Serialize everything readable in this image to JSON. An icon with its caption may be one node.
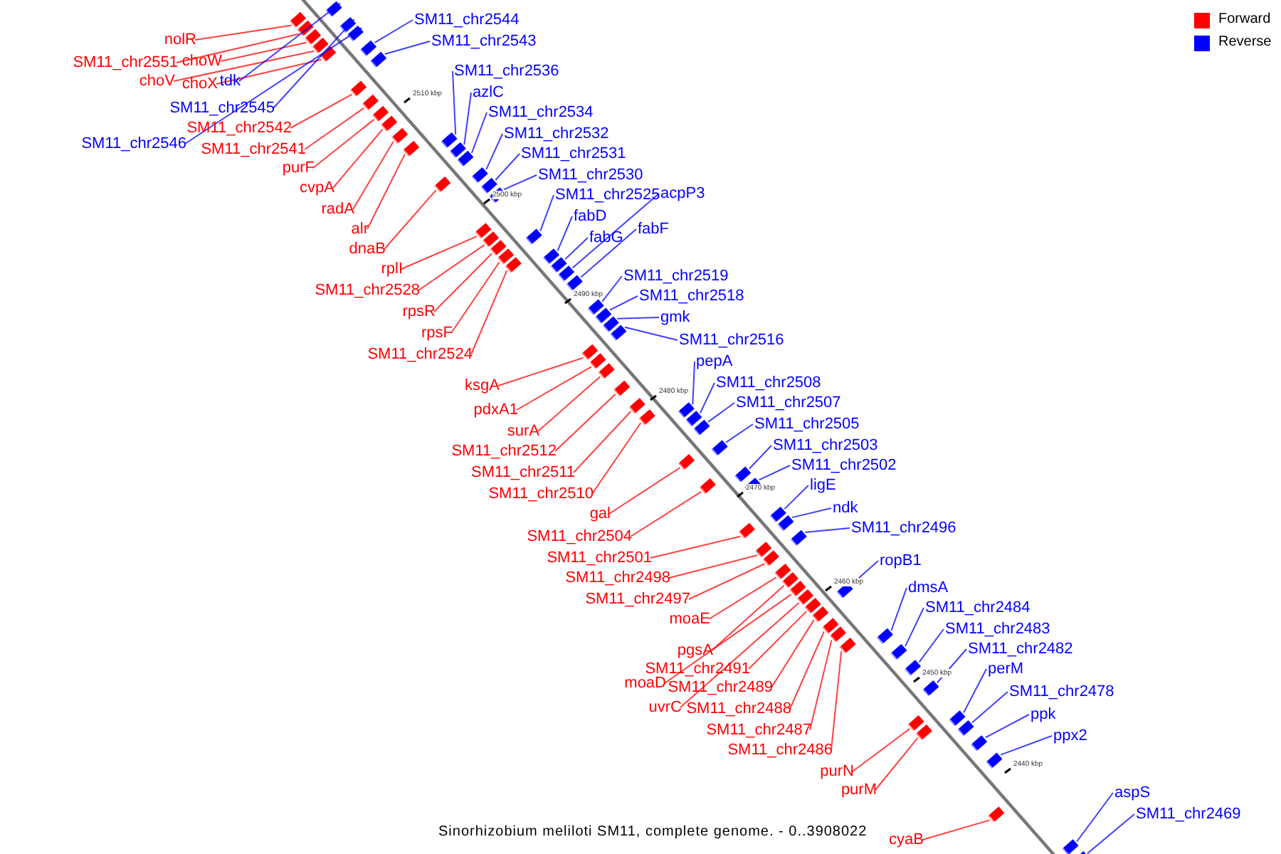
{
  "diagram": {
    "caption": "Sinorhizobium meliloti SM11, complete genome. - 0..3908022",
    "nodes": [
      {
        "text": [
          "nolR"
        ]
      },
      {
        "text": [
          "SM11_chr2551"
        ]
      },
      {
        "text": [
          "choW"
        ]
      },
      {
        "text": [
          "choV"
        ]
      },
      {
        "text": [
          "choX"
        ]
      },
      {
        "text": [
          "tdk"
        ]
      },
      {
        "text": [
          "SM11_chr2545"
        ]
      },
      {
        "text": [
          "SM11_chr2546"
        ]
      },
      {
        "text": [
          "SM11_chr2542"
        ]
      },
      {
        "text": [
          "SM11_chr2541"
        ]
      },
      {
        "text": [
          "purF"
        ]
      },
      {
        "text": [
          "cvpA"
        ]
      },
      {
        "text": [
          "radA"
        ]
      },
      {
        "text": [
          "alr"
        ]
      },
      {
        "text": [
          "dnaB"
        ]
      },
      {
        "text": [
          "rplI"
        ]
      },
      {
        "text": [
          "SM11_chr2528"
        ]
      },
      {
        "text": [
          "rpsR"
        ]
      },
      {
        "text": [
          "rpsF"
        ]
      },
      {
        "text": [
          "SM11_chr2524"
        ]
      },
      {
        "text": [
          "ksgA"
        ]
      },
      {
        "text": [
          "pdxA1"
        ]
      },
      {
        "text": [
          "surA"
        ]
      },
      {
        "text": [
          "SM11_chr2512"
        ]
      },
      {
        "text": [
          "SM11_chr2511"
        ]
      },
      {
        "text": [
          "SM11_chr2510"
        ]
      },
      {
        "text": [
          "gal"
        ]
      },
      {
        "text": [
          "SM11_chr2504"
        ]
      },
      {
        "text": [
          "SM11_chr2501"
        ]
      },
      {
        "text": [
          "SM11_chr2498"
        ]
      },
      {
        "text": [
          "SM11_chr2497"
        ]
      },
      {
        "text": [
          "moaE"
        ]
      },
      {
        "text": [
          "pgsA"
        ]
      },
      {
        "text": [
          "SM11_chr2491"
        ]
      },
      {
        "text": [
          "moaD"
        ]
      },
      {
        "text": [
          "SM11_chr2489"
        ]
      },
      {
        "text": [
          "uvrC"
        ]
      },
      {
        "text": [
          "SM11_chr2488"
        ]
      },
      {
        "text": [
          "SM11_chr2487"
        ]
      },
      {
        "text": [
          "SM11_chr2486"
        ]
      },
      {
        "text": [
          "purN"
        ]
      },
      {
        "text": [
          "purM"
        ]
      },
      {
        "text": [
          "cyaB"
        ]
      },
      {
        "text": [
          "SM11_chr2544"
        ]
      },
      {
        "text": [
          "SM11_chr2543"
        ]
      },
      {
        "text": [
          "SM11_chr2536"
        ]
      },
      {
        "text": [
          "azlC"
        ]
      },
      {
        "text": [
          "SM11_chr2534"
        ]
      },
      {
        "text": [
          "SM11_chr2532"
        ]
      },
      {
        "text": [
          "SM11_chr2531"
        ]
      },
      {
        "text": [
          "SM11_chr2530"
        ]
      },
      {
        "text": [
          "SM11_chr2525"
        ]
      },
      {
        "text": [
          "acpP3"
        ]
      },
      {
        "text": [
          "fabD"
        ]
      },
      {
        "text": [
          "fabG"
        ]
      },
      {
        "text": [
          "fabF"
        ]
      },
      {
        "text": [
          "SM11_chr2519"
        ]
      },
      {
        "text": [
          "SM11_chr2518"
        ]
      },
      {
        "text": [
          "gmk"
        ]
      },
      {
        "text": [
          "SM11_chr2516"
        ]
      },
      {
        "text": [
          "pepA"
        ]
      },
      {
        "text": [
          "SM11_chr2508"
        ]
      },
      {
        "text": [
          "SM11_chr2507"
        ]
      },
      {
        "text": [
          "SM11_chr2505"
        ]
      },
      {
        "text": [
          "SM11_chr2503"
        ]
      },
      {
        "text": [
          "SM11_chr2502"
        ]
      },
      {
        "text": [
          "ligE"
        ]
      },
      {
        "text": [
          "ndk"
        ]
      },
      {
        "text": [
          "SM11_chr2496"
        ]
      },
      {
        "text": [
          "ropB1"
        ]
      },
      {
        "text": [
          "dmsA"
        ]
      },
      {
        "text": [
          "SM11_chr2484"
        ]
      },
      {
        "text": [
          "SM11_chr2483"
        ]
      },
      {
        "text": [
          "SM11_chr2482"
        ]
      },
      {
        "text": [
          "perM"
        ]
      },
      {
        "text": [
          "SM11_chr2478"
        ]
      },
      {
        "text": [
          "ppk"
        ]
      },
      {
        "text": [
          "ppx2"
        ]
      },
      {
        "text": [
          "aspS"
        ]
      },
      {
        "text": [
          "SM11_chr2469"
        ]
      },
      {
        "text": [],
        "shape": "box"
      },
      {
        "text": [],
        "shape": "box"
      },
      {
        "text": [],
        "shape": "box"
      },
      {
        "text": [],
        "shape": "box"
      },
      {
        "text": [],
        "shape": "box"
      },
      {
        "text": [],
        "shape": "box"
      },
      {
        "text": [],
        "shape": "box"
      },
      {
        "text": [],
        "shape": "box"
      },
      {
        "text": [],
        "shape": "box"
      },
      {
        "text": [],
        "shape": "box"
      },
      {
        "text": [],
        "shape": "box"
      },
      {
        "text": [],
        "shape": "box"
      },
      {
        "text": [],
        "shape": "box"
      },
      {
        "text": [],
        "shape": "box"
      },
      {
        "text": [],
        "shape": "box"
      },
      {
        "text": [],
        "shape": "box"
      },
      {
        "text": [],
        "shape": "box"
      },
      {
        "text": [],
        "shape": "box"
      },
      {
        "text": [],
        "shape": "box"
      },
      {
        "text": [],
        "shape": "box"
      },
      {
        "text": [],
        "shape": "box"
      },
      {
        "text": [],
        "shape": "box"
      },
      {
        "text": [],
        "shape": "box"
      },
      {
        "text": [],
        "shape": "box"
      },
      {
        "text": [],
        "shape": "box"
      },
      {
        "text": [],
        "shape": "box"
      },
      {
        "text": [],
        "shape": "box"
      },
      {
        "text": [],
        "shape": "box"
      },
      {
        "text": [],
        "shape": "box"
      },
      {
        "text": [],
        "shape": "box"
      },
      {
        "text": [],
        "shape": "box"
      },
      {
        "text": [],
        "shape": "box"
      },
      {
        "text": [],
        "shape": "box"
      },
      {
        "text": [],
        "shape": "box"
      },
      {
        "text": [],
        "shape": "box"
      },
      {
        "text": [],
        "shape": "box"
      },
      {
        "text": [],
        "shape": "box"
      },
      {
        "text": [],
        "shape": "box"
      },
      {
        "text": [],
        "shape": "box"
      },
      {
        "text": [],
        "shape": "box"
      },
      {
        "text": [],
        "shape": "box"
      },
      {
        "text": [],
        "shape": "box"
      },
      {
        "text": [],
        "shape": "box"
      },
      {
        "text": [],
        "shape": "box"
      },
      {
        "text": [],
        "shape": "box"
      },
      {
        "text": [],
        "shape": "box"
      },
      {
        "text": [],
        "shape": "box"
      },
      {
        "text": [],
        "shape": "box"
      },
      {
        "text": [],
        "shape": "box"
      },
      {
        "text": [],
        "shape": "box"
      },
      {
        "text": [],
        "shape": "box"
      },
      {
        "text": [],
        "shape": "box"
      },
      {
        "text": [],
        "shape": "box"
      },
      {
        "text": [],
        "shape": "box"
      },
      {
        "text": [],
        "shape": "box"
      },
      {
        "text": [],
        "shape": "box"
      },
      {
        "text": [],
        "shape": "box"
      },
      {
        "text": [],
        "shape": "box"
      },
      {
        "text": [],
        "shape": "box"
      },
      {
        "text": [],
        "shape": "box"
      },
      {
        "text": [],
        "shape": "box"
      },
      {
        "text": [],
        "shape": "box"
      },
      {
        "text": [],
        "shape": "box"
      },
      {
        "text": [],
        "shape": "box"
      },
      {
        "text": [],
        "shape": "box"
      },
      {
        "text": [],
        "shape": "box"
      },
      {
        "text": [],
        "shape": "box"
      },
      {
        "text": [],
        "shape": "box"
      },
      {
        "text": [],
        "shape": "box"
      },
      {
        "text": [],
        "shape": "box"
      },
      {
        "text": [],
        "shape": "box"
      },
      {
        "text": [],
        "shape": "box"
      },
      {
        "text": [],
        "shape": "box"
      },
      {
        "text": [],
        "shape": "box"
      },
      {
        "text": [],
        "shape": "box"
      },
      {
        "text": [],
        "shape": "box"
      },
      {
        "text": [],
        "shape": "box"
      },
      {
        "text": [],
        "shape": "box"
      },
      {
        "text": [],
        "shape": "box"
      },
      {
        "text": [],
        "shape": "box"
      }
    ],
    "edges": [
      {
        "from": 0,
        "to": 80,
        "arrow": "none",
        "color": "#ff0000"
      },
      {
        "from": 1,
        "to": 81,
        "arrow": "none",
        "color": "#ff0000"
      },
      {
        "from": 2,
        "to": 82,
        "arrow": "none",
        "color": "#ff0000"
      },
      {
        "from": 3,
        "to": 83,
        "arrow": "none",
        "color": "#ff0000"
      },
      {
        "from": 4,
        "to": 84,
        "arrow": "none",
        "color": "#ff0000"
      },
      {
        "from": 5,
        "to": 85,
        "arrow": "none",
        "color": "#0000ff"
      },
      {
        "from": 6,
        "to": 86,
        "arrow": "none",
        "color": "#0000ff"
      },
      {
        "from": 7,
        "to": 87,
        "arrow": "none",
        "color": "#0000ff"
      },
      {
        "from": 8,
        "to": 88,
        "arrow": "none",
        "color": "#ff0000"
      },
      {
        "from": 9,
        "to": 89,
        "arrow": "none",
        "color": "#ff0000"
      },
      {
        "from": 10,
        "to": 90,
        "arrow": "none",
        "color": "#ff0000"
      },
      {
        "from": 11,
        "to": 91,
        "arrow": "none",
        "color": "#ff0000"
      },
      {
        "from": 12,
        "to": 92,
        "arrow": "none",
        "color": "#ff0000"
      },
      {
        "from": 13,
        "to": 93,
        "arrow": "none",
        "color": "#ff0000"
      },
      {
        "from": 14,
        "to": 94,
        "arrow": "none",
        "color": "#ff0000"
      },
      {
        "from": 15,
        "to": 95,
        "arrow": "none",
        "color": "#ff0000"
      },
      {
        "from": 16,
        "to": 96,
        "arrow": "none",
        "color": "#ff0000"
      },
      {
        "from": 17,
        "to": 97,
        "arrow": "none",
        "color": "#ff0000"
      },
      {
        "from": 18,
        "to": 98,
        "arrow": "none",
        "color": "#ff0000"
      },
      {
        "from": 19,
        "to": 99,
        "arrow": "none",
        "color": "#ff0000"
      },
      {
        "from": 20,
        "to": 100,
        "arrow": "none",
        "color": "#ff0000"
      },
      {
        "from": 21,
        "to": 101,
        "arrow": "none",
        "color": "#ff0000"
      },
      {
        "from": 22,
        "to": 102,
        "arrow": "none",
        "color": "#ff0000"
      },
      {
        "from": 23,
        "to": 103,
        "arrow": "none",
        "color": "#ff0000"
      },
      {
        "from": 24,
        "to": 104,
        "arrow": "none",
        "color": "#ff0000"
      },
      {
        "from": 25,
        "to": 105,
        "arrow": "none",
        "color": "#ff0000"
      },
      {
        "from": 26,
        "to": 106,
        "arrow": "none",
        "color": "#ff0000"
      },
      {
        "from": 27,
        "to": 107,
        "arrow": "none",
        "color": "#ff0000"
      },
      {
        "from": 28,
        "to": 108,
        "arrow": "none",
        "color": "#ff0000"
      },
      {
        "from": 29,
        "to": 109,
        "arrow": "none",
        "color": "#ff0000"
      },
      {
        "from": 30,
        "to": 110,
        "arrow": "none",
        "color": "#ff0000"
      },
      {
        "from": 31,
        "to": 111,
        "arrow": "none",
        "color": "#ff0000"
      },
      {
        "from": 32,
        "to": 112,
        "arrow": "none",
        "color": "#ff0000"
      },
      {
        "from": 33,
        "to": 113,
        "arrow": "none",
        "color": "#ff0000"
      },
      {
        "from": 34,
        "to": 114,
        "arrow": "none",
        "color": "#ff0000"
      },
      {
        "from": 35,
        "to": 115,
        "arrow": "none",
        "color": "#ff0000"
      },
      {
        "from": 36,
        "to": 116,
        "arrow": "none",
        "color": "#ff0000"
      },
      {
        "from": 37,
        "to": 117,
        "arrow": "none",
        "color": "#ff0000"
      },
      {
        "from": 38,
        "to": 118,
        "arrow": "none",
        "color": "#ff0000"
      },
      {
        "from": 39,
        "to": 119,
        "arrow": "none",
        "color": "#ff0000"
      },
      {
        "from": 40,
        "to": 120,
        "arrow": "none",
        "color": "#ff0000"
      },
      {
        "from": 41,
        "to": 121,
        "arrow": "none",
        "color": "#ff0000"
      },
      {
        "from": 42,
        "to": 122,
        "arrow": "none",
        "color": "#ff0000"
      },
      {
        "from": 43,
        "to": 123,
        "arrow": "none",
        "color": "#0000ff"
      },
      {
        "from": 44,
        "to": 124,
        "arrow": "none",
        "color": "#0000ff"
      },
      {
        "from": 45,
        "to": 125,
        "arrow": "none",
        "color": "#0000ff"
      },
      {
        "from": 46,
        "to": 126,
        "arrow": "none",
        "color": "#0000ff"
      },
      {
        "from": 47,
        "to": 127,
        "arrow": "none",
        "color": "#0000ff"
      },
      {
        "from": 48,
        "to": 128,
        "arrow": "none",
        "color": "#0000ff"
      },
      {
        "from": 49,
        "to": 129,
        "arrow": "none",
        "color": "#0000ff"
      },
      {
        "from": 50,
        "to": 130,
        "arrow": "none",
        "color": "#0000ff"
      },
      {
        "from": 51,
        "to": 131,
        "arrow": "none",
        "color": "#0000ff"
      },
      {
        "from": 52,
        "to": 132,
        "arrow": "none",
        "color": "#0000ff"
      },
      {
        "from": 53,
        "to": 133,
        "arrow": "none",
        "color": "#0000ff"
      },
      {
        "from": 54,
        "to": 134,
        "arrow": "none",
        "color": "#0000ff"
      },
      {
        "from": 55,
        "to": 135,
        "arrow": "none",
        "color": "#0000ff"
      },
      {
        "from": 56,
        "to": 136,
        "arrow": "none",
        "color": "#0000ff"
      },
      {
        "from": 57,
        "to": 137,
        "arrow": "none",
        "color": "#0000ff"
      },
      {
        "from": 58,
        "to": 138,
        "arrow": "none",
        "color": "#0000ff"
      },
      {
        "from": 59,
        "to": 139,
        "arrow": "none",
        "color": "#0000ff"
      },
      {
        "from": 60,
        "to": 140,
        "arrow": "none",
        "color": "#0000ff"
      },
      {
        "from": 61,
        "to": 141,
        "arrow": "none",
        "color": "#0000ff"
      },
      {
        "from": 62,
        "to": 142,
        "arrow": "none",
        "color": "#0000ff"
      },
      {
        "from": 63,
        "to": 143,
        "arrow": "none",
        "color": "#0000ff"
      },
      {
        "from": 64,
        "to": 144,
        "arrow": "none",
        "color": "#0000ff"
      },
      {
        "from": 65,
        "to": 145,
        "arrow": "none",
        "color": "#0000ff"
      },
      {
        "from": 66,
        "to": 146,
        "arrow": "none",
        "color": "#0000ff"
      },
      {
        "from": 67,
        "to": 147,
        "arrow": "none",
        "color": "#0000ff"
      },
      {
        "from": 68,
        "to": 148,
        "arrow": "none",
        "color": "#0000ff"
      },
      {
        "from": 69,
        "to": 149,
        "arrow": "none",
        "color": "#0000ff"
      },
      {
        "from": 70,
        "to": 150,
        "arrow": "none",
        "color": "#0000ff"
      },
      {
        "from": 71,
        "to": 151,
        "arrow": "none",
        "color": "#0000ff"
      },
      {
        "from": 72,
        "to": 152,
        "arrow": "none",
        "color": "#0000ff"
      },
      {
        "from": 73,
        "to": 153,
        "arrow": "none",
        "color": "#0000ff"
      },
      {
        "from": 74,
        "to": 154,
        "arrow": "none",
        "color": "#0000ff"
      },
      {
        "from": 75,
        "to": 155,
        "arrow": "none",
        "color": "#0000ff"
      },
      {
        "from": 76,
        "to": 156,
        "arrow": "none",
        "color": "#0000ff"
      },
      {
        "from": 77,
        "to": 157,
        "arrow": "none",
        "color": "#0000ff"
      },
      {
        "from": 78,
        "to": 158,
        "arrow": "none",
        "color": "#0000ff"
      },
      {
        "from": 79,
        "to": 159,
        "arrow": "none",
        "color": "#0000ff"
      }
    ],
    "labels": [
      "2510 kbp",
      "2500 kbp",
      "2490 kbp",
      "2480 kbp",
      "2470 kbp",
      "2460 kbp",
      "2450 kbp",
      "2440 kbp"
    ],
    "legend": [
      {
        "text": "Forward",
        "color": "#ff0000"
      },
      {
        "text": "Reverse",
        "color": "#0000ff"
      }
    ]
  }
}
